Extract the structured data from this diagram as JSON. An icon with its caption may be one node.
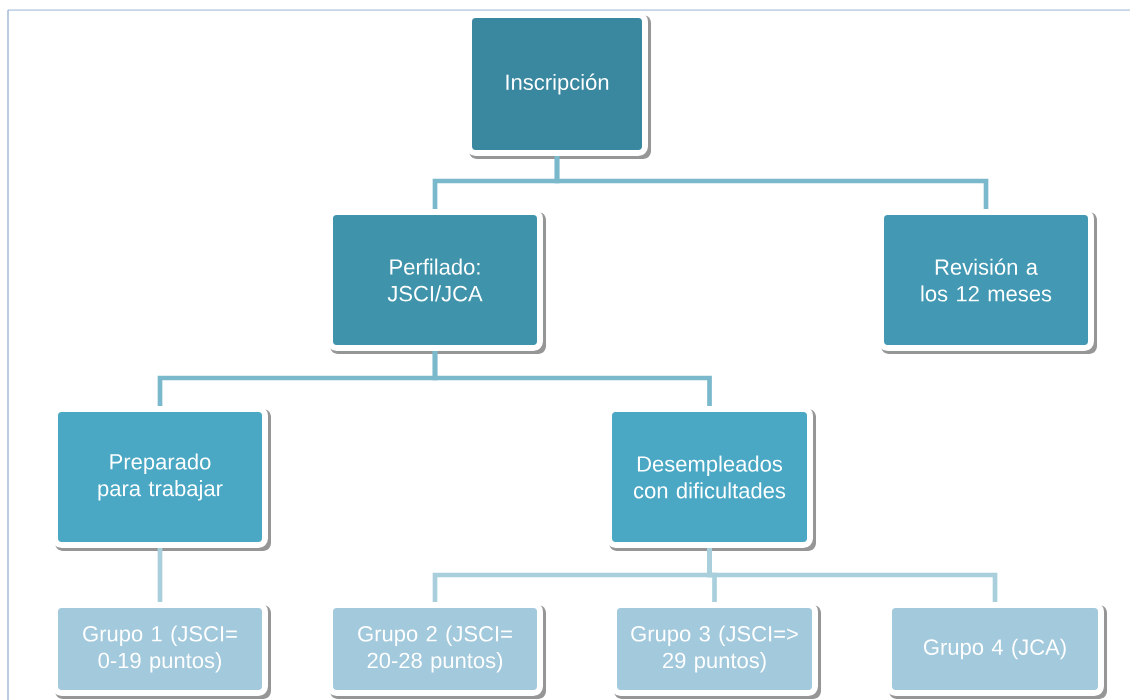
{
  "diagram": {
    "nodes": [
      {
        "text": [
          "Inscripción"
        ]
      },
      {
        "text": [
          "Perfilado: JSCI/JCA"
        ]
      },
      {
        "text": [
          "Revisión a los 12 meses"
        ]
      },
      {
        "text": [
          "Preparado para trabajar"
        ]
      },
      {
        "text": [
          "Desempleados con dificultades"
        ]
      },
      {
        "text": [
          "Grupo 1 (JSCI= 0-19 puntos)"
        ]
      },
      {
        "text": [
          "Grupo 2 (JSCI= 20-28 puntos)"
        ]
      },
      {
        "text": [
          "Grupo 3 (JSCI=> 29 puntos)"
        ]
      },
      {
        "text": [
          "Grupo 4 (JCA)"
        ]
      }
    ],
    "edges": [
      {
        "from": 0,
        "to": 1,
        "arrow": "none",
        "color": "#7ab8cc"
      },
      {
        "from": 0,
        "to": 2,
        "arrow": "none",
        "color": "#7ab8cc"
      },
      {
        "from": 1,
        "to": 3,
        "arrow": "none",
        "color": "#7ab8cc"
      },
      {
        "from": 1,
        "to": 4,
        "arrow": "none",
        "color": "#7ab8cc"
      },
      {
        "from": 3,
        "to": 5,
        "arrow": "none",
        "color": "#a9cfdc"
      },
      {
        "from": 4,
        "to": 6,
        "arrow": "none",
        "color": "#a9cfdc"
      },
      {
        "from": 4,
        "to": 7,
        "arrow": "none",
        "color": "#a9cfdc"
      },
      {
        "from": 4,
        "to": 8,
        "arrow": "none",
        "color": "#a9cfdc"
      }
    ]
  }
}
